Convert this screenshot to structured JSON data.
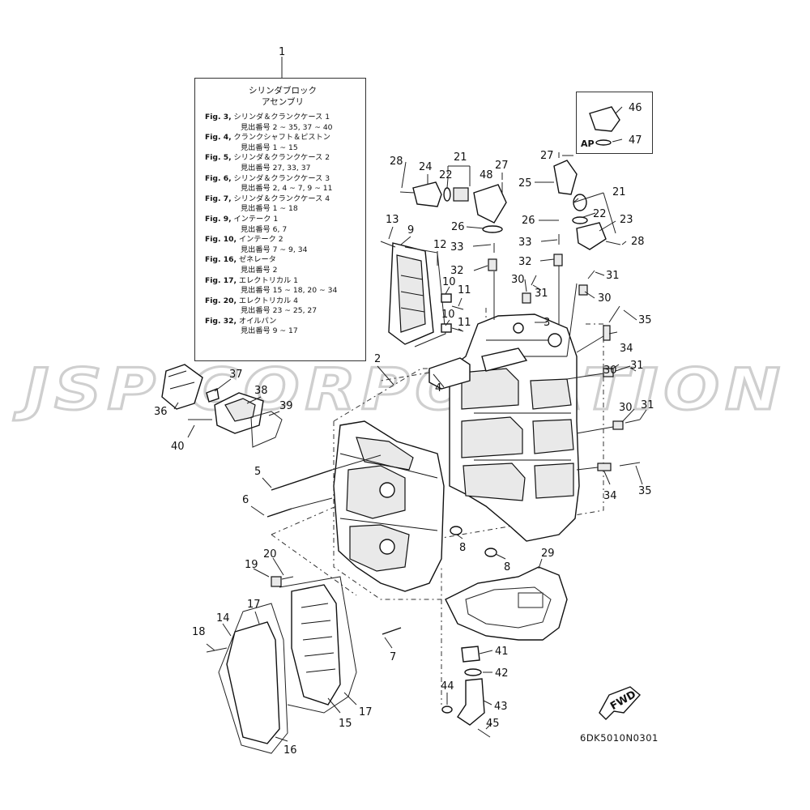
{
  "watermark": "JSP CORPORATION",
  "assembly_note": {
    "title_line1": "シリンダブロック",
    "title_line2": "アセンブリ",
    "figures": [
      {
        "fig": "Fig. 3,",
        "name": "シリンダ＆クランクケース 1",
        "refs": "見出番号 2 ~ 35, 37 ~ 40"
      },
      {
        "fig": "Fig. 4,",
        "name": "クランクシャフト＆ピストン",
        "refs": "見出番号 1 ~ 15"
      },
      {
        "fig": "Fig. 5,",
        "name": "シリンダ＆クランクケース 2",
        "refs": "見出番号 27, 33, 37"
      },
      {
        "fig": "Fig. 6,",
        "name": "シリンダ＆クランクケース 3",
        "refs": "見出番号 2, 4 ~ 7, 9 ~ 11"
      },
      {
        "fig": "Fig. 7,",
        "name": "シリンダ＆クランクケース 4",
        "refs": "見出番号 1 ~ 18"
      },
      {
        "fig": "Fig. 9,",
        "name": "インテーク 1",
        "refs": "見出番号 6, 7"
      },
      {
        "fig": "Fig. 10,",
        "name": "インテーク 2",
        "refs": "見出番号 7 ~ 9, 34"
      },
      {
        "fig": "Fig. 16,",
        "name": "ゼネレータ",
        "refs": "見出番号 2"
      },
      {
        "fig": "Fig. 17,",
        "name": "エレクトリカル 1",
        "refs": "見出番号 15 ~ 18, 20 ~ 34"
      },
      {
        "fig": "Fig. 20,",
        "name": "エレクトリカル 4",
        "refs": "見出番号 23 ~ 25, 27"
      },
      {
        "fig": "Fig. 32,",
        "name": "オイルパン",
        "refs": "見出番号 9 ~ 17"
      }
    ]
  },
  "ap_box": {
    "label": "AP",
    "parts": [
      "46",
      "47"
    ]
  },
  "fwd_arrow": "FWD",
  "drawing_code": "6DK5010N0301",
  "callouts": {
    "c1": "1",
    "c2": "2",
    "c3": "3",
    "c4": "4",
    "c5": "5",
    "c6": "6",
    "c7": "7",
    "c8a": "8",
    "c8b": "8",
    "c9": "9",
    "c10a": "10",
    "c10b": "10",
    "c11a": "11",
    "c11b": "11",
    "c12": "12",
    "c13": "13",
    "c14": "14",
    "c15": "15",
    "c16": "16",
    "c17a": "17",
    "c17b": "17",
    "c18": "18",
    "c19": "19",
    "c20": "20",
    "c21a": "21",
    "c21b": "21",
    "c22a": "22",
    "c22b": "22",
    "c23": "23",
    "c24": "24",
    "c25": "25",
    "c26a": "26",
    "c26b": "26",
    "c27a": "27",
    "c27b": "27",
    "c28a": "28",
    "c28b": "28",
    "c29": "29",
    "c30a": "30",
    "c30b": "30",
    "c30c": "30",
    "c30d": "30",
    "c31a": "31",
    "c31b": "31",
    "c31c": "31",
    "c31d": "31",
    "c32a": "32",
    "c32b": "32",
    "c33a": "33",
    "c33b": "33",
    "c34a": "34",
    "c34b": "34",
    "c35a": "35",
    "c35b": "35",
    "c36": "36",
    "c37": "37",
    "c38": "38",
    "c39": "39",
    "c40": "40",
    "c41": "41",
    "c42": "42",
    "c43": "43",
    "c44": "44",
    "c45": "45",
    "c48": "48"
  }
}
